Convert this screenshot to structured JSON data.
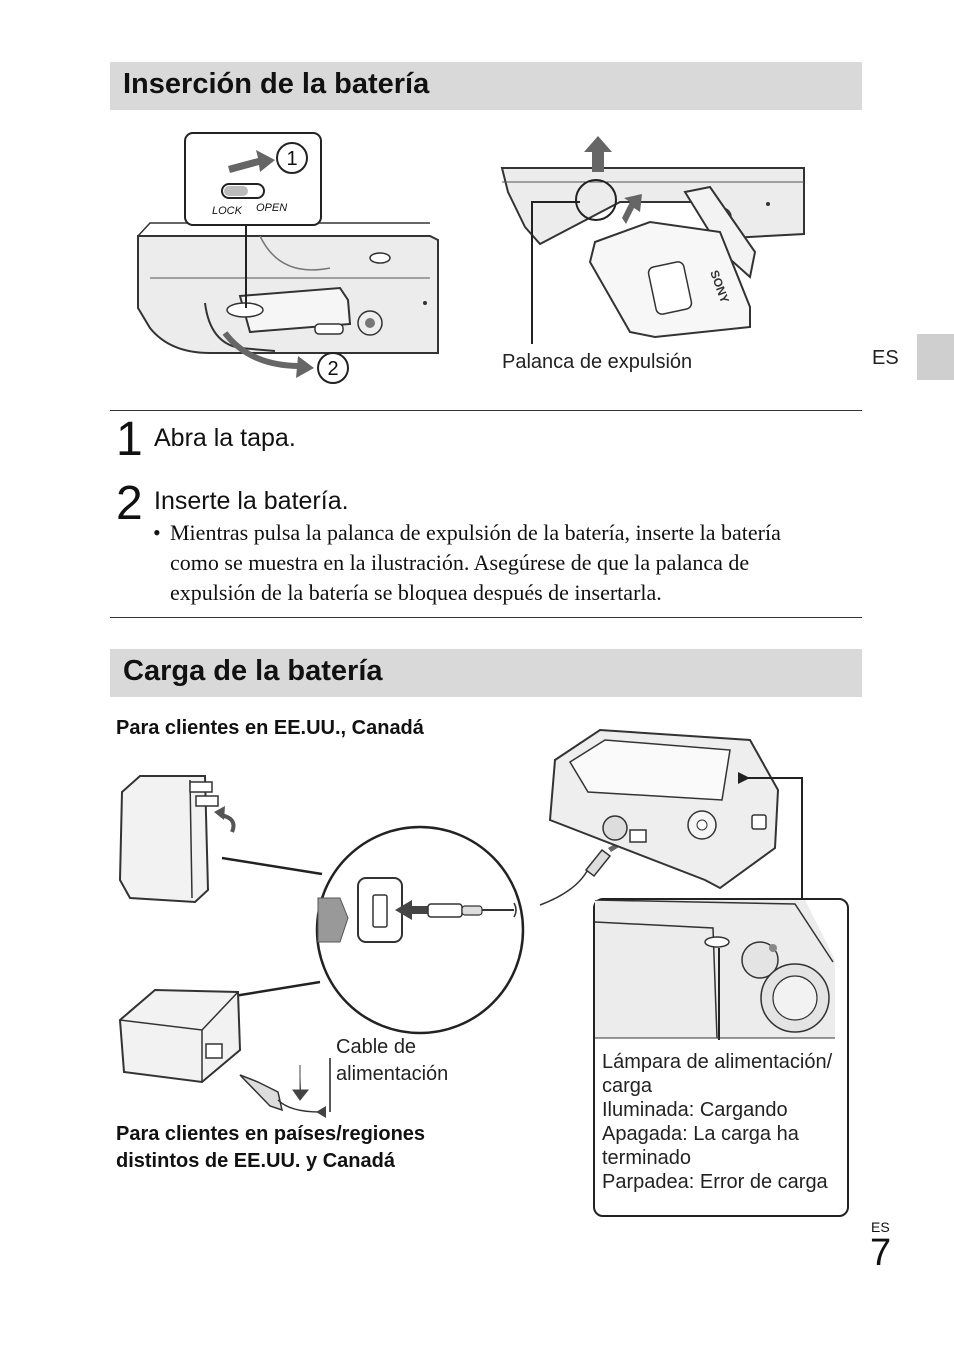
{
  "section1": {
    "title": "Inserción de la batería"
  },
  "figure1": {
    "lock_label": "LOCK",
    "open_label": "OPEN",
    "callout_1": "1",
    "callout_2": "2",
    "eject_lever_label": "Palanca de expulsión",
    "battery_brand": "SONY"
  },
  "side_tab": {
    "lang": "ES"
  },
  "steps": [
    {
      "number": "1",
      "title": "Abra la tapa."
    },
    {
      "number": "2",
      "title": "Inserte la batería."
    }
  ],
  "bullet": {
    "symbol": "•",
    "lines": [
      "Mientras pulsa la palanca de expulsión de la batería, inserte la batería",
      "como se muestra en la ilustración. Asegúrese de que la palanca de",
      "expulsión de la batería se bloquea después de insertarla."
    ]
  },
  "section2": {
    "title": "Carga de la batería"
  },
  "figure2": {
    "us_heading": "Para clientes en EE.UU., Canadá",
    "power_cable_line1": "Cable de",
    "power_cable_line2": "alimentación",
    "other_heading_line1": "Para clientes en países/regiones",
    "other_heading_line2": "distintos de EE.UU. y Canadá",
    "lamp_label_line1": "Lámpara de alimentación/",
    "lamp_label_line2": "carga",
    "status_charging": "Iluminada: Cargando",
    "status_done_line1": "Apagada: La carga ha",
    "status_done_line2": "terminado",
    "status_error": "Parpadea: Error de carga"
  },
  "footer": {
    "lang": "ES",
    "page": "7"
  }
}
